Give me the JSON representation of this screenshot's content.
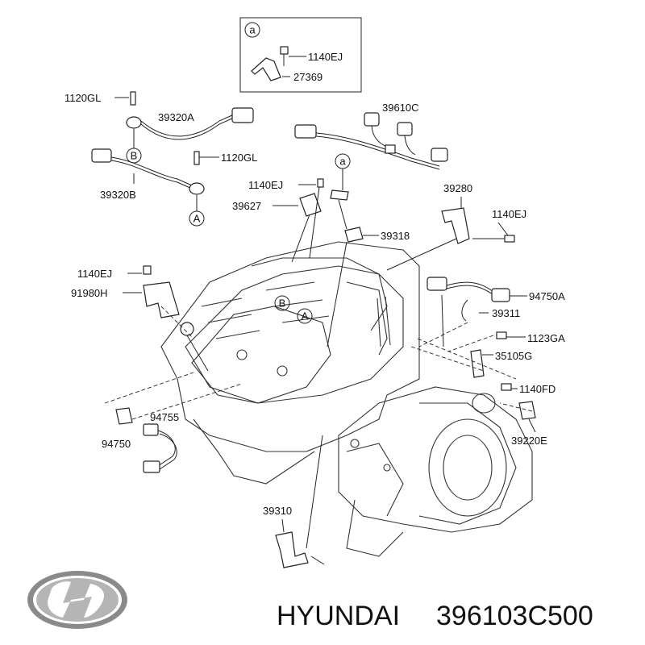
{
  "diagram": {
    "inset_label": "a",
    "parts": {
      "p1140EJ_inset": "1140EJ",
      "p27369": "27369",
      "p1120GL_top": "1120GL",
      "p39320A": "39320A",
      "p1120GL_mid": "1120GL",
      "p39320B": "39320B",
      "p39610C": "39610C",
      "p1140EJ_mid": "1140EJ",
      "p39627": "39627",
      "p39318": "39318",
      "p39280": "39280",
      "p1140EJ_right": "1140EJ",
      "p1140EJ_left": "1140EJ",
      "p91980H": "91980H",
      "p94750A": "94750A",
      "p39311": "39311",
      "p1123GA": "1123GA",
      "p35105G": "35105G",
      "p1140FD": "1140FD",
      "p94755": "94755",
      "p94750": "94750",
      "p39220E": "39220E",
      "p39310": "39310"
    },
    "markers": {
      "b_left": "B",
      "a_left": "A",
      "a_top": "a",
      "b_engine": "B",
      "a_engine": "A"
    }
  },
  "footer": {
    "brand": "HYUNDAI",
    "part_number": "396103C500"
  }
}
